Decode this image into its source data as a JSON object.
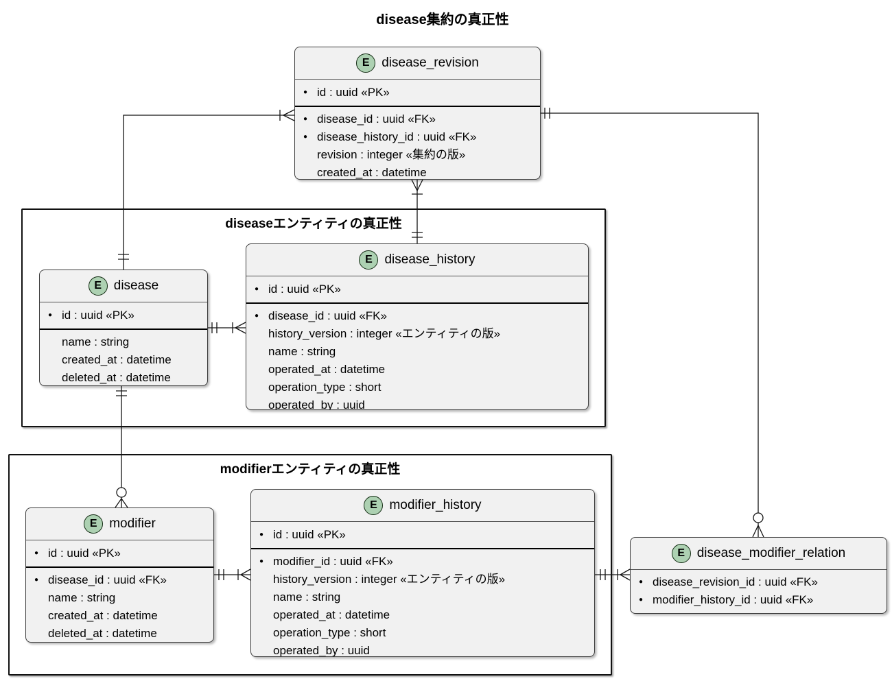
{
  "diagram_title": "disease集約の真正性",
  "colors": {
    "entity_fill": "#f1f1f1",
    "entity_border": "#3c3c3c",
    "icon_fill": "#add1b2",
    "line": "#141414",
    "group_border": "#111111"
  },
  "groups": {
    "disease": {
      "title": "diseaseエンティティの真正性"
    },
    "modifier": {
      "title": "modifierエンティティの真正性"
    }
  },
  "entities": {
    "disease_revision": {
      "icon": "E",
      "name": "disease_revision",
      "pk_fields": [
        {
          "bullet": true,
          "text": "id : uuid «PK»"
        }
      ],
      "fields": [
        {
          "bullet": true,
          "text": "disease_id : uuid «FK»"
        },
        {
          "bullet": true,
          "text": "disease_history_id : uuid «FK»"
        },
        {
          "bullet": false,
          "text": "revision : integer «集約の版»"
        },
        {
          "bullet": false,
          "text": "created_at : datetime"
        }
      ]
    },
    "disease": {
      "icon": "E",
      "name": "disease",
      "pk_fields": [
        {
          "bullet": true,
          "text": "id : uuid «PK»"
        }
      ],
      "fields": [
        {
          "bullet": false,
          "text": "name : string"
        },
        {
          "bullet": false,
          "text": "created_at : datetime"
        },
        {
          "bullet": false,
          "text": "deleted_at : datetime"
        }
      ]
    },
    "disease_history": {
      "icon": "E",
      "name": "disease_history",
      "pk_fields": [
        {
          "bullet": true,
          "text": "id : uuid «PK»"
        }
      ],
      "fields": [
        {
          "bullet": true,
          "text": "disease_id : uuid «FK»"
        },
        {
          "bullet": false,
          "text": "history_version : integer «エンティティの版»"
        },
        {
          "bullet": false,
          "text": "name : string"
        },
        {
          "bullet": false,
          "text": "operated_at : datetime"
        },
        {
          "bullet": false,
          "text": "operation_type : short"
        },
        {
          "bullet": false,
          "text": "operated_by : uuid"
        }
      ]
    },
    "modifier": {
      "icon": "E",
      "name": "modifier",
      "pk_fields": [
        {
          "bullet": true,
          "text": "id : uuid «PK»"
        }
      ],
      "fields": [
        {
          "bullet": true,
          "text": "disease_id : uuid «FK»"
        },
        {
          "bullet": false,
          "text": "name : string"
        },
        {
          "bullet": false,
          "text": "created_at : datetime"
        },
        {
          "bullet": false,
          "text": "deleted_at : datetime"
        }
      ]
    },
    "modifier_history": {
      "icon": "E",
      "name": "modifier_history",
      "pk_fields": [
        {
          "bullet": true,
          "text": "id : uuid «PK»"
        }
      ],
      "fields": [
        {
          "bullet": true,
          "text": "modifier_id : uuid «FK»"
        },
        {
          "bullet": false,
          "text": "history_version : integer «エンティティの版»"
        },
        {
          "bullet": false,
          "text": "name : string"
        },
        {
          "bullet": false,
          "text": "operated_at : datetime"
        },
        {
          "bullet": false,
          "text": "operation_type : short"
        },
        {
          "bullet": false,
          "text": "operated_by : uuid"
        }
      ]
    },
    "disease_modifier_relation": {
      "icon": "E",
      "name": "disease_modifier_relation",
      "fields": [
        {
          "bullet": true,
          "text": "disease_revision_id : uuid «FK»"
        },
        {
          "bullet": true,
          "text": "modifier_history_id : uuid «FK»"
        }
      ]
    }
  },
  "relations": [
    {
      "from": "disease",
      "to": "disease_revision",
      "from_cardinality": "exactly-one",
      "to_cardinality": "one-or-many"
    },
    {
      "from": "disease_history",
      "to": "disease_revision",
      "from_cardinality": "exactly-one",
      "to_cardinality": "one-or-many"
    },
    {
      "from": "disease_revision",
      "to": "disease_modifier_relation",
      "from_cardinality": "exactly-one",
      "to_cardinality": "zero-or-many"
    },
    {
      "from": "disease",
      "to": "disease_history",
      "from_cardinality": "exactly-one",
      "to_cardinality": "one-or-many"
    },
    {
      "from": "disease",
      "to": "modifier",
      "from_cardinality": "exactly-one",
      "to_cardinality": "zero-or-many"
    },
    {
      "from": "modifier",
      "to": "modifier_history",
      "from_cardinality": "exactly-one",
      "to_cardinality": "one-or-many"
    },
    {
      "from": "modifier_history",
      "to": "disease_modifier_relation",
      "from_cardinality": "exactly-one",
      "to_cardinality": "one-or-many"
    }
  ]
}
